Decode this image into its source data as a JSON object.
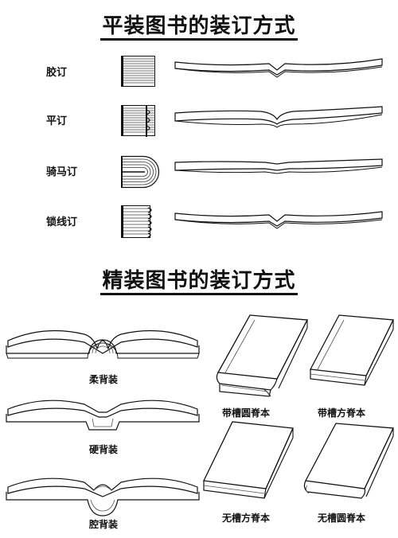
{
  "paperback": {
    "title": "平装图书的装订方式",
    "rows": [
      {
        "label": "胶订"
      },
      {
        "label": "平订"
      },
      {
        "label": "骑马订"
      },
      {
        "label": "锁线订"
      }
    ]
  },
  "hardcover": {
    "title": "精装图书的装订方式",
    "spines": [
      {
        "label": "柔背装"
      },
      {
        "label": "硬背装"
      },
      {
        "label": "腔背装"
      }
    ],
    "books": [
      {
        "label": "带槽圆脊本"
      },
      {
        "label": "带槽方脊本"
      },
      {
        "label": "无槽方脊本"
      },
      {
        "label": "无槽圆脊本"
      }
    ]
  },
  "colors": {
    "ink": "#111111",
    "background": "#ffffff"
  }
}
